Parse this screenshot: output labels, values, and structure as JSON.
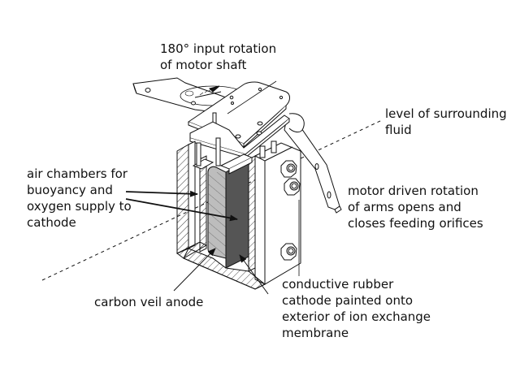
{
  "figure": {
    "description": "Exploded/cutaway isometric drawing of a floating microbial fuel cell unit",
    "colors": {
      "line": "#111111",
      "anode_fill": "#bdbdbd",
      "cathode_fill": "#555555",
      "background": "#ffffff"
    }
  },
  "labels": {
    "motor_shaft": [
      "180° input rotation",
      "of motor shaft"
    ],
    "fluid_level": [
      "level of surrounding",
      "fluid"
    ],
    "air_chambers": [
      "air chambers for",
      "buoyancy and",
      "oxygen supply to",
      "cathode"
    ],
    "motor_arms": [
      "motor driven rotation",
      "of arms opens and",
      "closes feeding orifices"
    ],
    "anode": [
      "carbon veil anode"
    ],
    "cathode": [
      "conductive rubber",
      "cathode painted onto",
      "exterior of ion exchange",
      "membrane"
    ]
  }
}
